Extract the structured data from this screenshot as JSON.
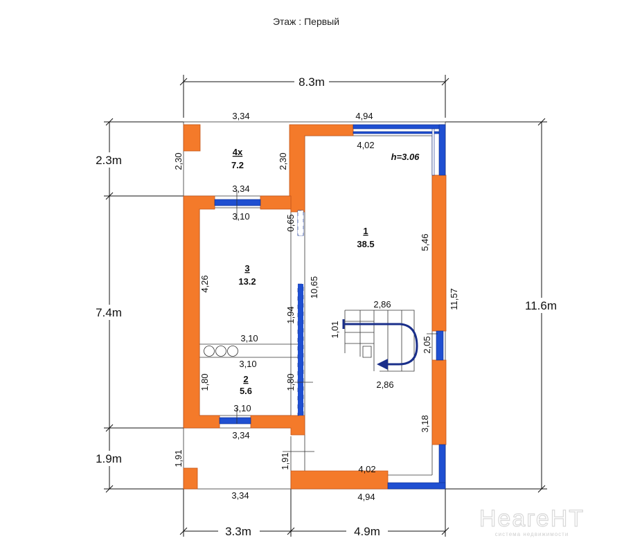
{
  "title": "Этаж : Первый",
  "overall": {
    "width_top": "8.3m",
    "height_right": "11.6m",
    "left_top": "2.3m",
    "left_mid": "7.4m",
    "left_bottom": "1.9m",
    "bottom_left": "3.3m",
    "bottom_right": "4.9m"
  },
  "rooms": [
    {
      "number": "1",
      "area": "38.5"
    },
    {
      "number": "2",
      "area": "5.6"
    },
    {
      "number": "3",
      "area": "13.2"
    },
    {
      "number": "4х",
      "area": "7.2"
    }
  ],
  "height_label": "h=3.06",
  "dims": {
    "d_334_top": "3,34",
    "d_494_top": "4,94",
    "d_402_top": "4,02",
    "d_230_left": "2,30",
    "d_230_right": "2,30",
    "d_334_mid": "3,34",
    "d_310_a": "3,10",
    "d_065": "0,65",
    "d_546": "5,46",
    "d_426": "4,26",
    "d_1065": "10,65",
    "d_1157": "11,57",
    "d_286_top": "2,86",
    "d_194": "1,94",
    "d_101": "1,01",
    "d_310_b": "3,10",
    "d_310_c": "3,10",
    "d_205": "2,05",
    "d_180_left": "1,80",
    "d_180_right": "1,80",
    "d_286_bottom": "2,86",
    "d_310_d": "3,10",
    "d_318": "3,18",
    "d_334_low": "3,34",
    "d_191_left": "1,91",
    "d_191_right": "1,91",
    "d_402_bottom": "4,02",
    "d_334_bottom": "3,34",
    "d_494_bottom": "4,94"
  },
  "watermark": {
    "brand": "НеагеНТ",
    "tagline": "система недвижимости"
  }
}
